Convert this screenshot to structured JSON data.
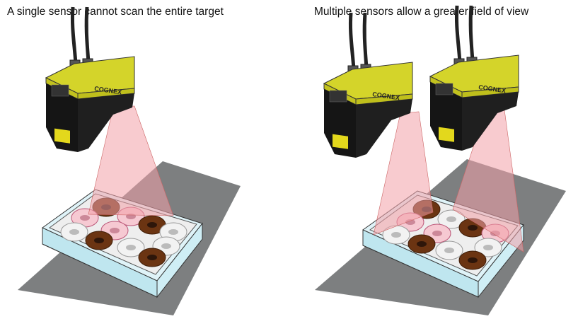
{
  "panels": [
    {
      "caption": "A single sensor cannot scan the entire target",
      "sensor_count": 1
    },
    {
      "caption": "Multiple sensors allow a greater field of view",
      "sensor_count": 2
    }
  ],
  "brand_logo": "COGNEX",
  "colors": {
    "sensor_body": "#d4d42a",
    "sensor_base": "#1a1a1a",
    "laser_beam": "#f2a0a8",
    "surface": "#7d7f80",
    "box_rim": "#e6f6fb"
  }
}
